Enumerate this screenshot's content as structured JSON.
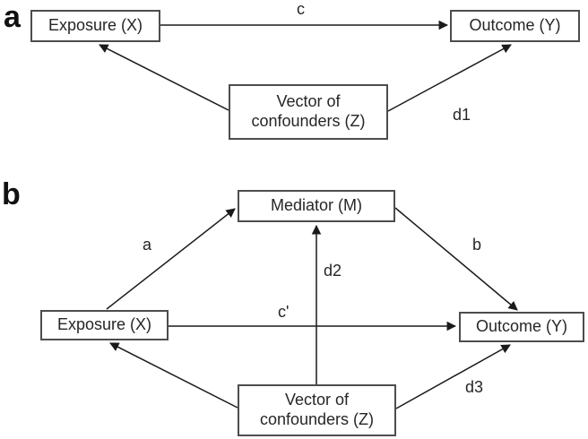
{
  "colors": {
    "background": "#ffffff",
    "box_border": "#4d4d4d",
    "box_fill": "#ffffff",
    "arrow": "#1a1a1a",
    "text": "#262626"
  },
  "panel_a": {
    "panel_label": "a",
    "nodes": {
      "exposure": "Exposure (X)",
      "outcome": "Outcome (Y)",
      "confounders": "Vector of confounders (Z)"
    },
    "edges": [
      {
        "name": "c",
        "from": "exposure",
        "to": "outcome",
        "label": "c"
      },
      {
        "name": "z-to-exposure",
        "from": "confounders",
        "to": "exposure",
        "label": ""
      },
      {
        "name": "d1",
        "from": "confounders",
        "to": "outcome",
        "label": "d1"
      }
    ]
  },
  "panel_b": {
    "panel_label": "b",
    "nodes": {
      "mediator": "Mediator (M)",
      "exposure": "Exposure (X)",
      "outcome": "Outcome (Y)",
      "confounders": "Vector of confounders (Z)"
    },
    "edges": [
      {
        "name": "a",
        "from": "exposure",
        "to": "mediator",
        "label": "a"
      },
      {
        "name": "b",
        "from": "mediator",
        "to": "outcome",
        "label": "b"
      },
      {
        "name": "c-prime",
        "from": "exposure",
        "to": "outcome",
        "label": "c'"
      },
      {
        "name": "d2",
        "from": "confounders",
        "to": "mediator",
        "label": "d2"
      },
      {
        "name": "z-to-exposure",
        "from": "confounders",
        "to": "exposure",
        "label": ""
      },
      {
        "name": "d3",
        "from": "confounders",
        "to": "outcome",
        "label": "d3"
      }
    ]
  }
}
